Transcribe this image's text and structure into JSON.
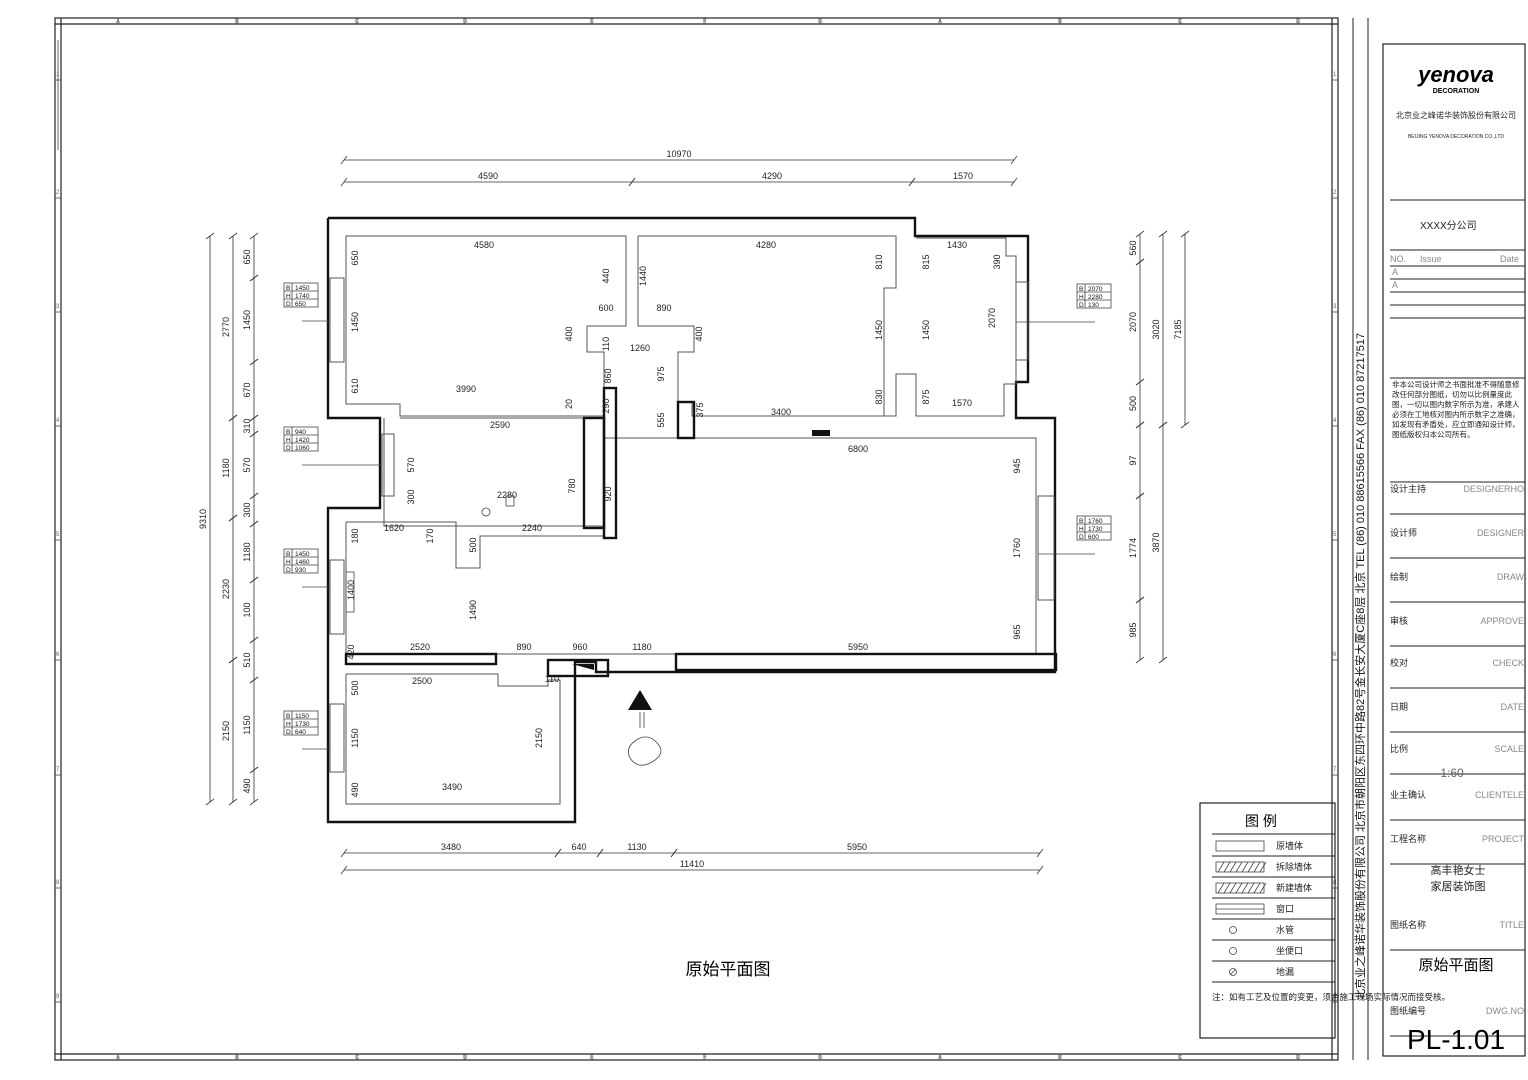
{
  "drawing": {
    "title": "原始平面图",
    "overall_dims": {
      "top_total": "10970",
      "bottom_total": "11410",
      "left_total": "9310",
      "right_total": "7185"
    },
    "top_dims": [
      "4590",
      "4290",
      "1570"
    ],
    "bottom_dims": [
      "3480",
      "640",
      "1130",
      "5950"
    ],
    "left_outer": [
      "2770",
      "1180",
      "2230",
      "2150"
    ],
    "left_inner": [
      "650",
      "1450",
      "670",
      "310",
      "570",
      "300",
      "1180",
      "100",
      "510",
      "1150",
      "490"
    ],
    "right_outer": [
      "3020",
      "3870"
    ],
    "right_inner": [
      "560",
      "2070",
      "500",
      "97",
      "1774",
      "985"
    ],
    "room_dims": [
      "4580",
      "4280",
      "1430",
      "650",
      "1450",
      "610",
      "3990",
      "440",
      "600",
      "1440",
      "890",
      "400",
      "400",
      "1260",
      "110",
      "290",
      "860",
      "975",
      "810",
      "1450",
      "830",
      "815",
      "1450",
      "875",
      "2070",
      "390",
      "1570",
      "3400",
      "555",
      "375",
      "2590",
      "570",
      "2280",
      "300",
      "920",
      "780",
      "6800",
      "945",
      "1760",
      "965",
      "180",
      "1620",
      "170",
      "2240",
      "500",
      "1490",
      "1400",
      "420",
      "2520",
      "890",
      "960",
      "1180",
      "5950",
      "500",
      "2500",
      "110",
      "1150",
      "2150",
      "490",
      "3490",
      "20"
    ],
    "windows": [
      {
        "B": "1450",
        "H": "1740",
        "D": "650"
      },
      {
        "B": "940",
        "H": "1420",
        "D": "1060"
      },
      {
        "B": "1450",
        "H": "1460",
        "D": "930"
      },
      {
        "B": "1150",
        "H": "1730",
        "D": "640"
      },
      {
        "B": "2070",
        "H": "2280",
        "D": "130"
      },
      {
        "B": "1760",
        "H": "1730",
        "D": "600"
      }
    ],
    "grid_numbers": [
      "1",
      "2",
      "3",
      "4",
      "5",
      "6",
      "7",
      "8",
      "9"
    ],
    "grid_letters": [
      "A",
      "B",
      "C",
      "D",
      "E",
      "F",
      "G"
    ]
  },
  "legend": {
    "title": "图   例",
    "items": [
      "原墙体",
      "拆除墙体",
      "新建墙体",
      "窗口",
      "水管",
      "坐便口",
      "地漏"
    ],
    "note": "注：如有工艺及位置的变更，须合施工现场实际情况而接受核。"
  },
  "vertical_address": "北京业之峰诺华装饰股份有限公司  北京市朝阳区东四环中路82号金长安大厦C座8层    北京    TEL (86) 010 88615566    FAX (86) 010 87217517",
  "title_block": {
    "logo": "yenova",
    "logo_sub": "DECORATION",
    "company_cn": "北京业之峰诺华装饰股份有限公司",
    "company_en": "BEIJING YENOVA DECORATION CO.,LTD",
    "branch": "XXXX分公司",
    "rev_headers": [
      "NO.",
      "Issue",
      "Date"
    ],
    "rev_rows": [
      "A",
      "A"
    ],
    "notice": "非本公司设计师之书面批准不得随意修改任何部分图纸，切勿以比例量度此图，一切以图内数字所示为准，承建人必须在工地核对图内所示数字之准确，如发现有矛盾处，应立即通知设计师，图纸版权归本公司所有。",
    "fields": [
      {
        "cn": "设计主持",
        "en": "DESIGNERHO"
      },
      {
        "cn": "设计师",
        "en": "DESIGNER"
      },
      {
        "cn": "绘制",
        "en": "DRAW"
      },
      {
        "cn": "审核",
        "en": "APPROVE"
      },
      {
        "cn": "校对",
        "en": "CHECK"
      },
      {
        "cn": "日期",
        "en": "DATE"
      },
      {
        "cn": "比例",
        "en": "SCALE"
      },
      {
        "cn": "业主确认",
        "en": "CLIENTELE"
      },
      {
        "cn": "工程名称",
        "en": "PROJECT"
      },
      {
        "cn": "图纸名称",
        "en": "TITLE"
      },
      {
        "cn": "图纸编号",
        "en": "DWG.NO"
      }
    ],
    "scale": "1:60",
    "project_line1": "高丰艳女士",
    "project_line2": "家居装饰图",
    "drawing_name": "原始平面图",
    "drawing_no": "PL-1.01"
  },
  "colors": {
    "line": "#111111",
    "grid": "#666666",
    "paper": "#ffffff"
  }
}
